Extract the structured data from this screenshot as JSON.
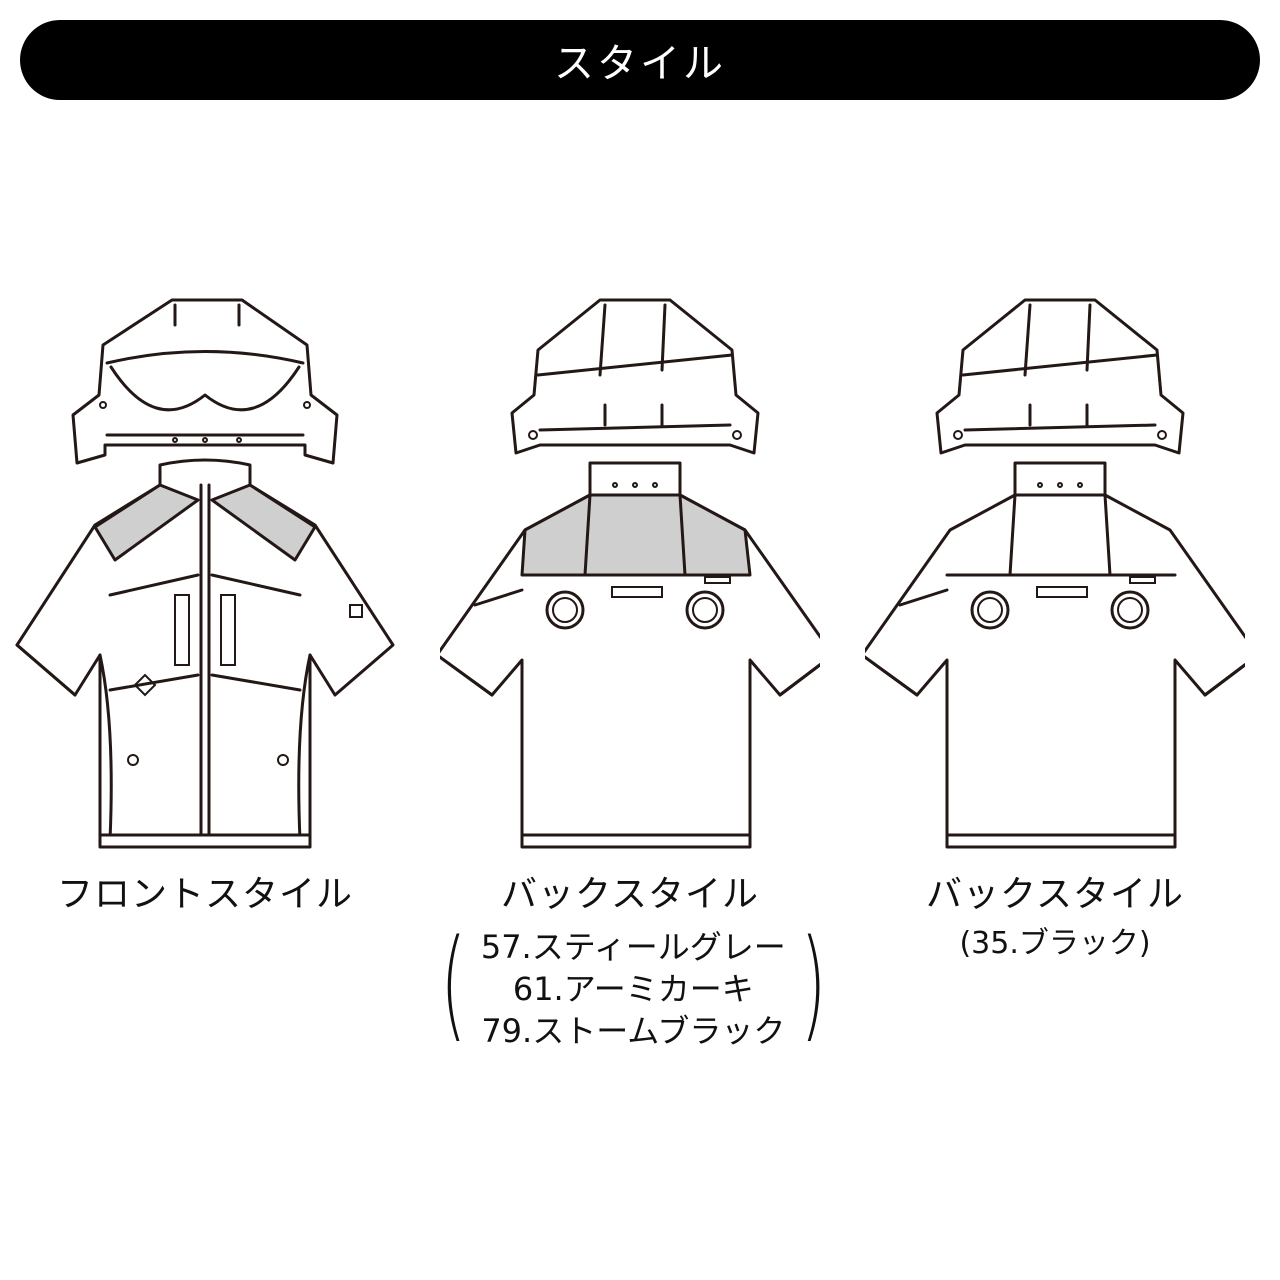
{
  "header": {
    "title": "スタイル"
  },
  "figures": {
    "front": {
      "caption": "フロントスタイル"
    },
    "back_colored": {
      "caption": "バックスタイル",
      "colors": [
        "57.スティールグレー",
        "61.アーミカーキ",
        "79.ストームブラック"
      ]
    },
    "back_black": {
      "caption": "バックスタイル",
      "color_note": "(35.ブラック)"
    }
  },
  "colors": {
    "header_bg": "#000000",
    "yoke_gray": "#cfcfcf",
    "line": "#231815"
  }
}
